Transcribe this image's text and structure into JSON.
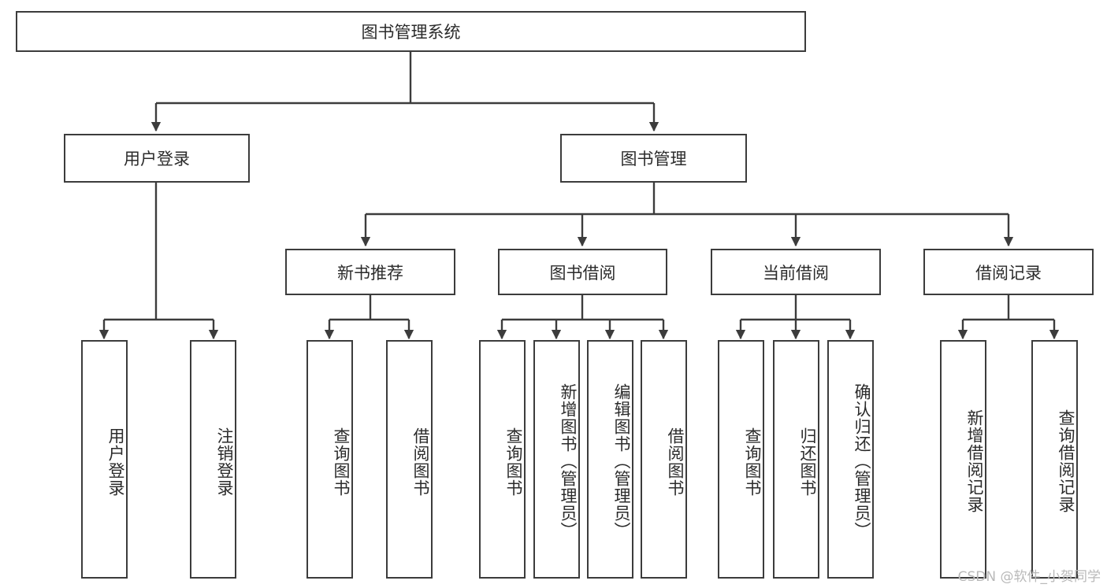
{
  "diagram": {
    "type": "tree-hierarchy-diagram",
    "title": "图书管理系统",
    "edge_color": "#3c3c3c",
    "box_border_color": "#3c3c3c",
    "box_fill_color": "#ffffff",
    "background_color": "#ffffff",
    "watermark": "CSDN @软件_小贺同学"
  },
  "nodes": {
    "root": {
      "label": "图书管理系统",
      "level": 1
    },
    "level2": [
      {
        "label": "用户登录"
      },
      {
        "label": "图书管理"
      }
    ],
    "level3": [
      {
        "label": "新书推荐"
      },
      {
        "label": "图书借阅"
      },
      {
        "label": "当前借阅"
      },
      {
        "label": "借阅记录"
      }
    ],
    "leaves": {
      "user_login": [
        {
          "label": "用户登录"
        },
        {
          "label": "注销登录"
        }
      ],
      "new_book_recommend": [
        {
          "label": "查询图书"
        },
        {
          "label": "借阅图书"
        }
      ],
      "book_borrow": [
        {
          "label": "查询图书"
        },
        {
          "label": "新增图书（管理员）"
        },
        {
          "label": "编辑图书（管理员）"
        },
        {
          "label": "借阅图书"
        }
      ],
      "current_borrow": [
        {
          "label": "查询图书"
        },
        {
          "label": "归还图书"
        },
        {
          "label": "确认归还（管理员）"
        }
      ],
      "borrow_record": [
        {
          "label": "新增借阅记录"
        },
        {
          "label": "查询借阅记录"
        }
      ]
    }
  }
}
